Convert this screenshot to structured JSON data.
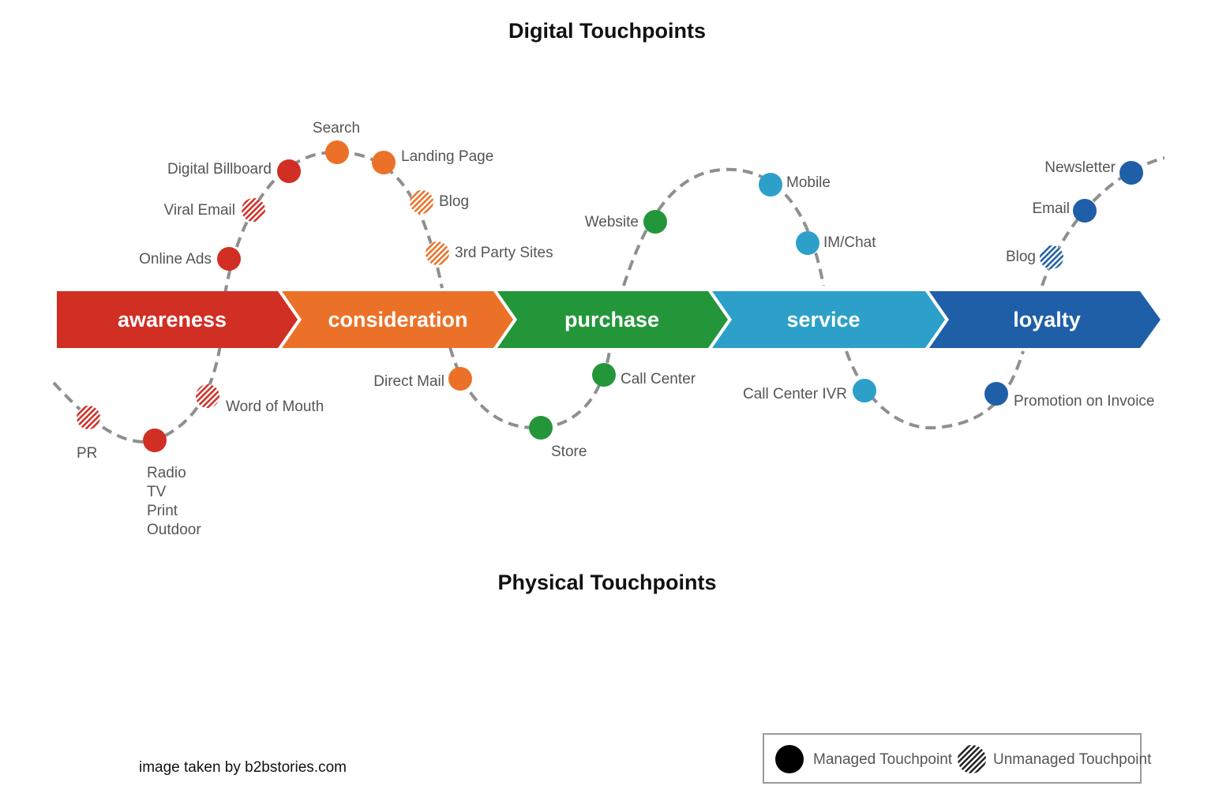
{
  "titles": {
    "digital": "Digital Touchpoints",
    "physical": "Physical Touchpoints"
  },
  "colors": {
    "awareness": "#d12e24",
    "consideration": "#ec7128",
    "purchase": "#24963a",
    "service": "#2ca0c9",
    "loyalty": "#1f5fa8",
    "path": "#8f8f8f"
  },
  "stages": [
    {
      "id": "awareness",
      "label": "awareness"
    },
    {
      "id": "consideration",
      "label": "consideration"
    },
    {
      "id": "purchase",
      "label": "purchase"
    },
    {
      "id": "service",
      "label": "service"
    },
    {
      "id": "loyalty",
      "label": "loyalty"
    }
  ],
  "touchpoints": [
    {
      "label": "PR",
      "stage": "awareness",
      "channel": "physical",
      "managed": false
    },
    {
      "label": "Radio\nTV\nPrint\nOutdoor",
      "stage": "awareness",
      "channel": "physical",
      "managed": true
    },
    {
      "label": "Word of Mouth",
      "stage": "awareness",
      "channel": "physical",
      "managed": false
    },
    {
      "label": "Online Ads",
      "stage": "awareness",
      "channel": "digital",
      "managed": true
    },
    {
      "label": "Viral Email",
      "stage": "awareness",
      "channel": "digital",
      "managed": false
    },
    {
      "label": "Digital Billboard",
      "stage": "awareness",
      "channel": "digital",
      "managed": true
    },
    {
      "label": "Search",
      "stage": "consideration",
      "channel": "digital",
      "managed": true
    },
    {
      "label": "Landing Page",
      "stage": "consideration",
      "channel": "digital",
      "managed": true
    },
    {
      "label": "Blog",
      "stage": "consideration",
      "channel": "digital",
      "managed": false
    },
    {
      "label": "3rd Party Sites",
      "stage": "consideration",
      "channel": "digital",
      "managed": false
    },
    {
      "label": "Direct Mail",
      "stage": "consideration",
      "channel": "physical",
      "managed": true
    },
    {
      "label": "Store",
      "stage": "purchase",
      "channel": "physical",
      "managed": true
    },
    {
      "label": "Call Center",
      "stage": "purchase",
      "channel": "physical",
      "managed": true
    },
    {
      "label": "Website",
      "stage": "purchase",
      "channel": "digital",
      "managed": true
    },
    {
      "label": "Mobile",
      "stage": "service",
      "channel": "digital",
      "managed": true
    },
    {
      "label": "IM/Chat",
      "stage": "service",
      "channel": "digital",
      "managed": true
    },
    {
      "label": "Call Center IVR",
      "stage": "service",
      "channel": "physical",
      "managed": true
    },
    {
      "label": "Promotion on Invoice",
      "stage": "loyalty",
      "channel": "physical",
      "managed": true
    },
    {
      "label": "Blog",
      "stage": "loyalty",
      "channel": "digital",
      "managed": false
    },
    {
      "label": "Email",
      "stage": "loyalty",
      "channel": "digital",
      "managed": true
    },
    {
      "label": "Newsletter",
      "stage": "loyalty",
      "channel": "digital",
      "managed": true
    }
  ],
  "legend": {
    "managed": "Managed Touchpoint",
    "unmanaged": "Unmanaged Touchpoint"
  },
  "credit": "image taken by b2bstories.com"
}
